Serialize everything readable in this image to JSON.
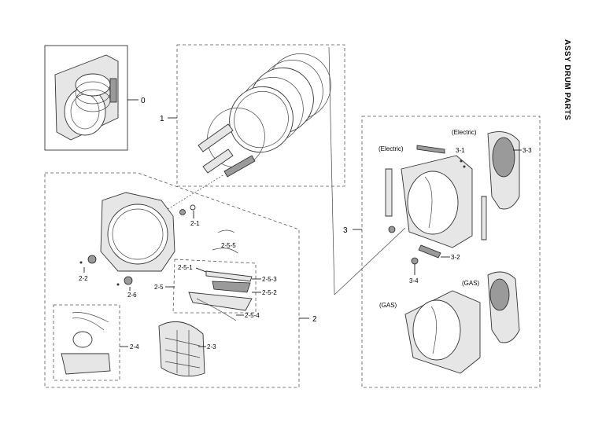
{
  "title": "ASSY DRUM PARTS",
  "callouts": {
    "c0": "0",
    "c1": "1",
    "c2": "2",
    "c3": "3",
    "c2_1": "2-1",
    "c2_2": "2-2",
    "c2_3": "2-3",
    "c2_4": "2-4",
    "c2_5": "2-5",
    "c2_5_1": "2-5-1",
    "c2_5_2": "2-5-2",
    "c2_5_3": "2-5-3",
    "c2_5_4": "2-5-4",
    "c2_5_5": "2-5-5",
    "c2_6": "2-6",
    "c3_1": "3-1",
    "c3_2": "3-2",
    "c3_3": "3-3",
    "c3_4": "3-4"
  },
  "variants": {
    "electric_left": "(Electric)",
    "electric_right": "(Electric)",
    "gas_left": "(GAS)",
    "gas_right": "(GAS)"
  }
}
